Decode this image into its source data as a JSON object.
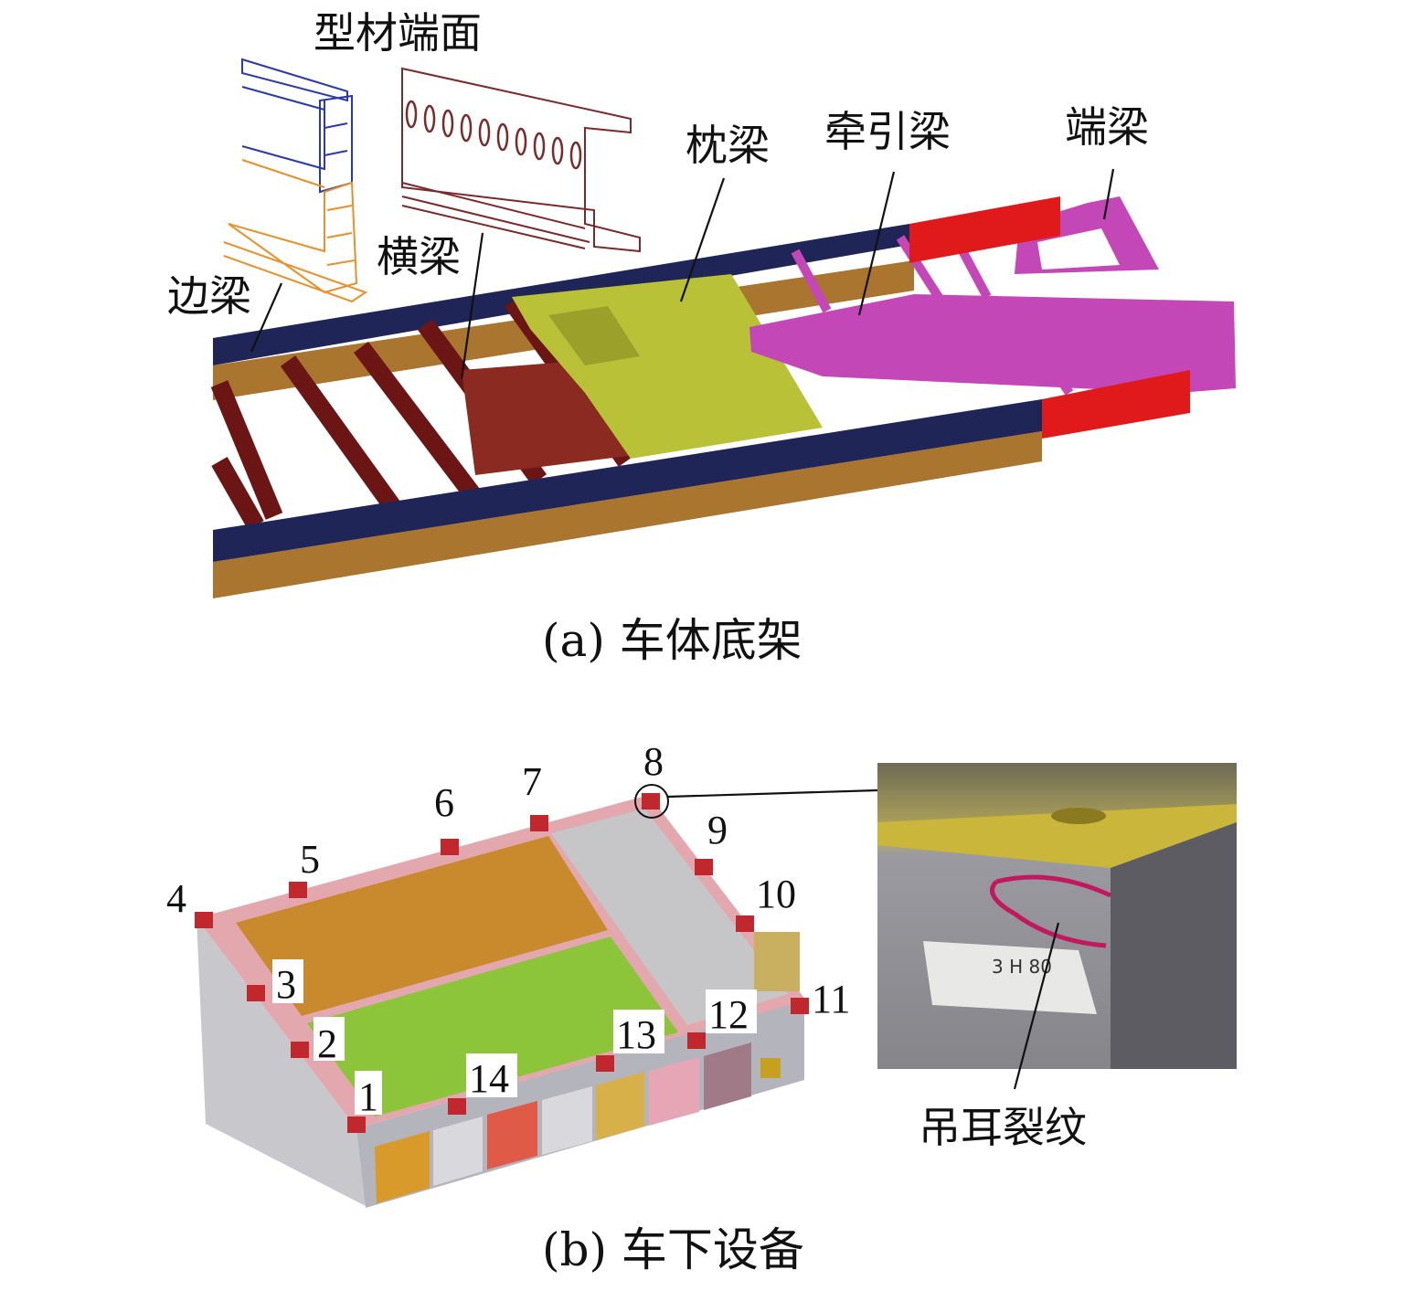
{
  "panel_a": {
    "labels": {
      "profile_end": "型材端面",
      "bolster": "枕梁",
      "traction_beam": "牵引梁",
      "end_beam": "端梁",
      "cross_beam": "横梁",
      "side_beam": "边梁"
    },
    "caption": "(a) 车体底架"
  },
  "panel_b": {
    "numbers": [
      "1",
      "2",
      "3",
      "4",
      "5",
      "6",
      "7",
      "8",
      "9",
      "10",
      "11",
      "12",
      "13",
      "14"
    ],
    "photo_label": "吊耳裂纹",
    "photo_handwriting": "3 H 80",
    "caption": "(b) 车下设备"
  },
  "colors": {
    "navy": "#1f2657",
    "brown": "#a9752f",
    "dark_red": "#6b1515",
    "yellow_green": "#b9c236",
    "magenta": "#c447b8",
    "red": "#e01a1a",
    "orange": "#c98a2e",
    "green": "#8cc43a"
  }
}
